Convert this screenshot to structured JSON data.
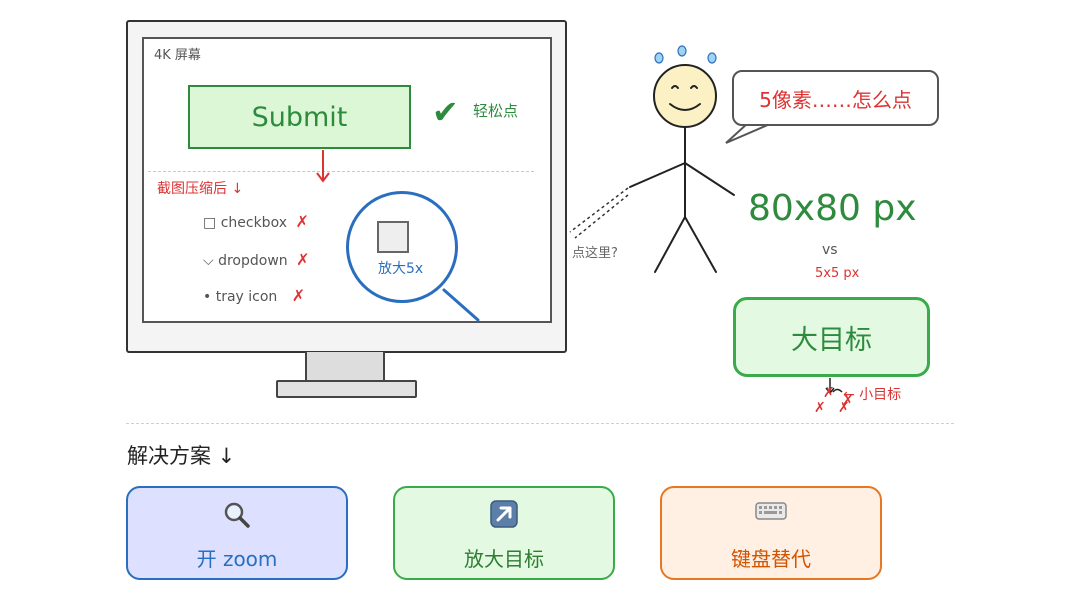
{
  "monitor": {
    "screen_label": "4K 屏幕",
    "submit_label": "Submit",
    "easy_label": "轻松点",
    "compressed_label": "截图压缩后 ↓",
    "widgets": [
      {
        "glyph": "□",
        "label": "checkbox",
        "mark": "✗"
      },
      {
        "glyph": "⌵",
        "label": "dropdown",
        "mark": "✗"
      },
      {
        "glyph": "•",
        "label": "tray icon",
        "mark": "✗"
      }
    ],
    "magnify_label": "放大5x"
  },
  "figure": {
    "speech": "5像素……怎么点",
    "click_here": "点这里?"
  },
  "comparison": {
    "big_size": "80x80 px",
    "vs": "vs",
    "small_size": "5x5 px",
    "big_target": "大目标",
    "small_target": "← 小目标"
  },
  "solutions": {
    "title": "解决方案 ↓",
    "cards": [
      {
        "icon": "magnifier-icon",
        "label": "开 zoom"
      },
      {
        "icon": "arrow-up-right-icon",
        "label": "放大目标"
      },
      {
        "icon": "keyboard-icon",
        "label": "键盘替代"
      }
    ]
  },
  "colors": {
    "green": "#2e8b3e",
    "red": "#dd3333",
    "blue": "#2a6fbf",
    "orange": "#e87722"
  }
}
